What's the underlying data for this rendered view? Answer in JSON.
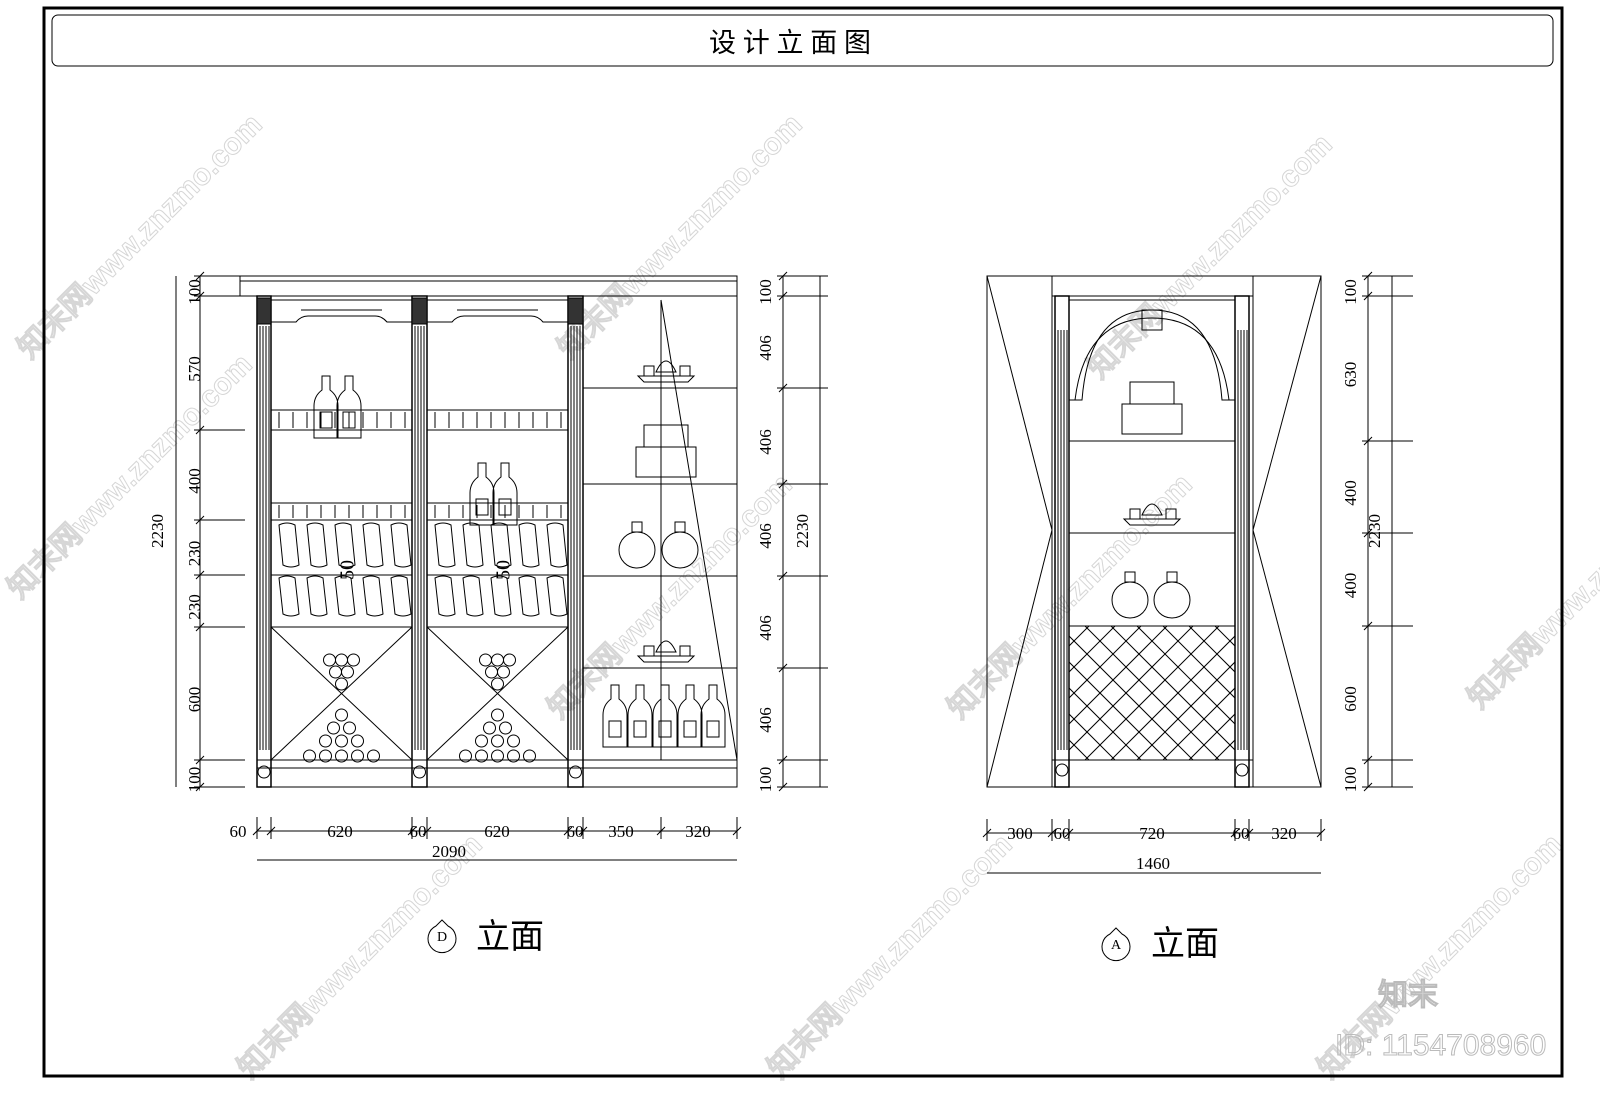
{
  "title": "设 计 立 面 图",
  "watermark": "知末网www.znzmo.com",
  "logo": {
    "text": "知末",
    "id": "ID: 1154708960"
  },
  "elevation_d": {
    "marker": "D",
    "label": "立面",
    "left_dims": [
      "100",
      "570",
      "400",
      "230",
      "230",
      "600",
      "100"
    ],
    "left_total": "2230",
    "right_dims": [
      "100",
      "406",
      "406",
      "406",
      "406",
      "406",
      "100"
    ],
    "right_total": "2230",
    "bottom_dims": [
      "60",
      "620",
      "60",
      "620",
      "60",
      "350",
      "320"
    ],
    "bottom_total": "2090",
    "rack_note": "50"
  },
  "elevation_a": {
    "marker": "A",
    "label": "立面",
    "right_dims": [
      "100",
      "630",
      "400",
      "400",
      "600",
      "100"
    ],
    "right_total": "2230",
    "bottom_dims": [
      "300",
      "60",
      "720",
      "60",
      "320"
    ],
    "bottom_total": "1460"
  }
}
